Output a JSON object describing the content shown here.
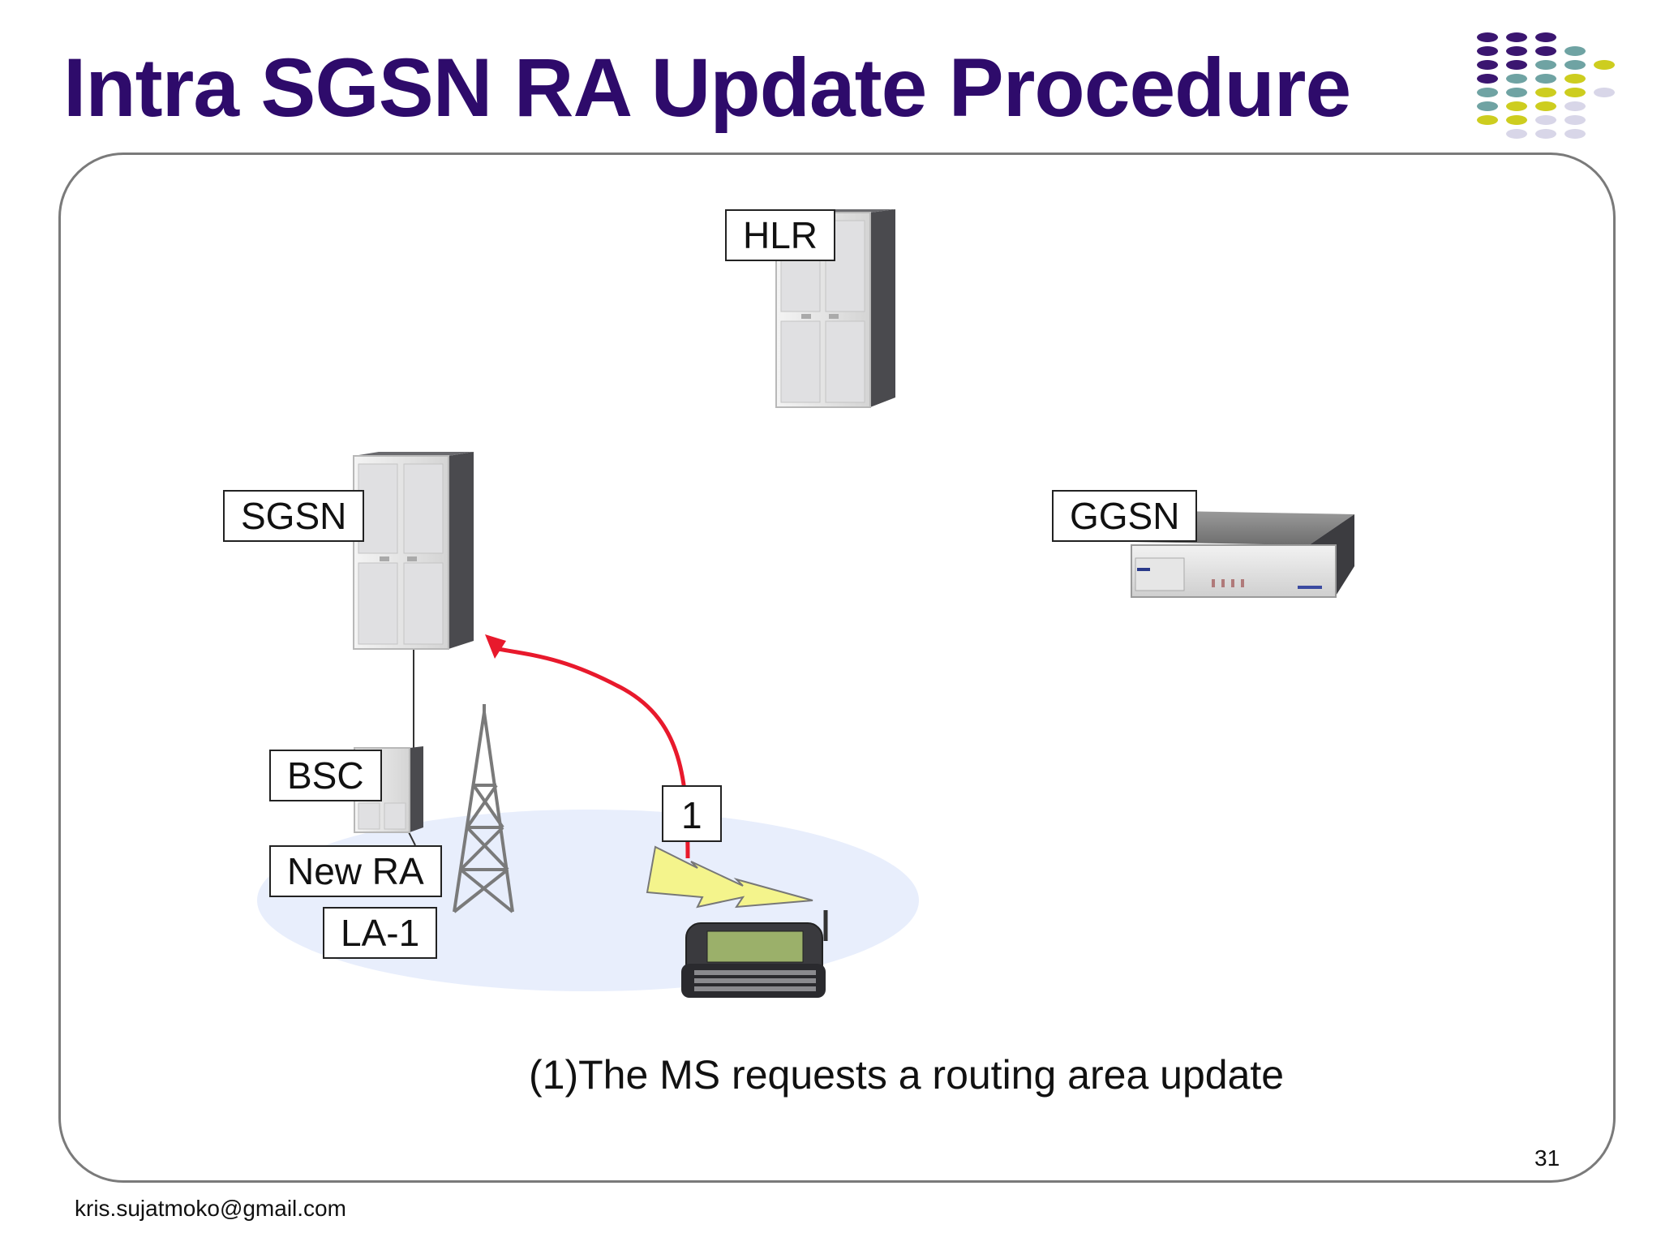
{
  "title": "Intra SGSN RA Update Procedure",
  "nodes": {
    "hlr": "HLR",
    "sgsn": "SGSN",
    "ggsn": "GGSN",
    "bsc": "BSC",
    "new_ra": "New RA",
    "la": "LA-1"
  },
  "step_label": "1",
  "caption": "(1)The MS requests a routing area update",
  "page_number": "31",
  "footer_email": "kris.sujatmoko@gmail.com",
  "icons": [
    "server-cabinet-icon",
    "router-box-icon",
    "antenna-tower-icon",
    "lightning-signal-icon",
    "communicator-phone-icon"
  ],
  "colors": {
    "title": "#2e0b6b",
    "signal_arrow": "#e8192c",
    "lightning": "#f4f48c",
    "coverage_area": "#e8eefc",
    "dot_purple": "#3b1670",
    "dot_teal": "#6fa3a3",
    "dot_yellow": "#cdcd1f",
    "dot_lavender": "#d8d6e8"
  }
}
